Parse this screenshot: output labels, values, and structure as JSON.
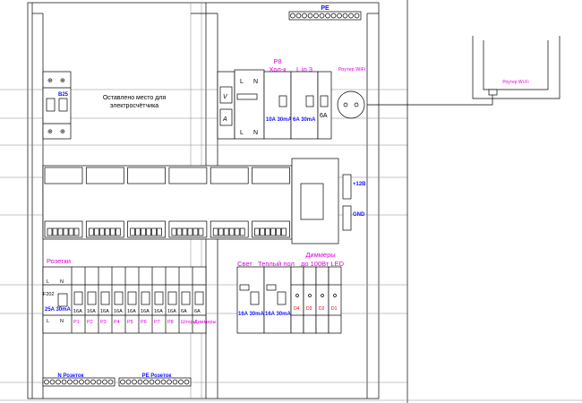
{
  "panel": {
    "meter_note_line1": "Оставлено место для",
    "meter_note_line2": "электросчётчика",
    "main_breaker": "B25",
    "pe_label": "PE",
    "p8_label": "P8",
    "fridge_label": "Хол-к",
    "lin3_label": "L in 3",
    "router_socket_label": "Роутер WiFi",
    "rcd1_rating": "10A 30mA",
    "rcd2_rating": "6A 30mA",
    "router_breaker": "6A",
    "meter_v": "V",
    "meter_a": "A",
    "L": "L",
    "N": "N",
    "plus12": "+12В",
    "gnd": "GND",
    "sockets_title": "Розетки",
    "sockets_rcd": "25A 30mA",
    "sockets_rcd_model": "F202",
    "socket_breakers": [
      {
        "rating": "16A",
        "label": "P1"
      },
      {
        "rating": "16A",
        "label": "P2"
      },
      {
        "rating": "16A",
        "label": "P3"
      },
      {
        "rating": "16A",
        "label": "P4"
      },
      {
        "rating": "16A",
        "label": "P5"
      },
      {
        "rating": "16A",
        "label": "P6"
      },
      {
        "rating": "16A",
        "label": "P7"
      },
      {
        "rating": "16A",
        "label": "P8"
      },
      {
        "rating": "6A",
        "label": "Шторы"
      },
      {
        "rating": "6A",
        "label": "Диммеры"
      }
    ],
    "light_label": "Свет",
    "floor_label": "Теплый пол",
    "dimmers_title": "Диммеры",
    "dimmers_sub": "до 100Вт LED",
    "light_rcd": "16A 30mA",
    "floor_rcd": "16A 30mA",
    "dimmer_ids": [
      "D4",
      "D3",
      "D2",
      "D1"
    ],
    "n_bus": "N Розеток",
    "pe_bus": "PE Розеток"
  },
  "router": {
    "label": "Роутер Wi-Fi"
  }
}
